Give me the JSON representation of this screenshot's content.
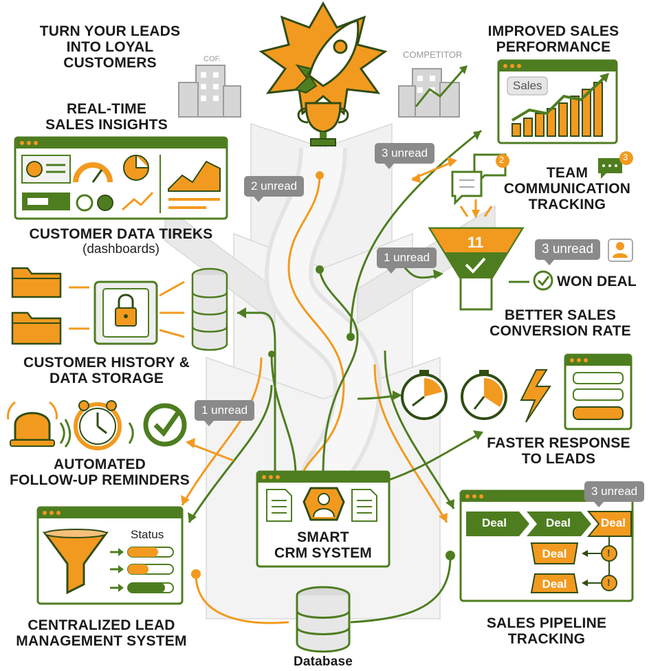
{
  "labels": {
    "turn_leads": "TURN YOUR LEADS\nINTO LOYAL\nCUSTOMERS",
    "improved_sales": "IMPROVED SALES\nPERFORMANCE",
    "realtime_insights": "REAL-TIME\nSALES INSIGHTS",
    "team_communication": "TEAM\nCOMMUNICATION\nTRACKING",
    "customer_data": "CUSTOMER DATA TIREKS",
    "customer_data_sub": "(dashboards)",
    "better_conversion": "BETTER SALES\nCONVERSION RATE",
    "won_deal": "WON DEAL",
    "customer_history": "CUSTOMER HISTORY &\nDATA STORAGE",
    "faster_response": "FASTER RESPONSE\nTO LEADS",
    "automated_followup": "AUTOMATED\nFOLLOW-UP REMINDERS",
    "smart_crm": "SMART\nCRM SYSTEM",
    "centralized_lead": "CENTRALIZED LEAD\nMANAGEMENT SYSTEM",
    "sales_pipeline": "SALES PIPELINE\nTRACKING",
    "database": "Database"
  },
  "badges": {
    "b3_top": "3 unread",
    "b2": "2 unread",
    "b1_mid": "1 unread",
    "b3_won": "3 unread",
    "b1_low": "1 unread",
    "b3_pipe": "3 unread"
  },
  "small": {
    "cor": "COF.",
    "competitor": "COMPETITOR",
    "sales_tag": "Sales",
    "status": "Status",
    "funnel_number": "11",
    "comm_count_a": "2",
    "comm_count_b": "3",
    "alert_a": "!",
    "alert_b": "!"
  },
  "pipeline": {
    "deal_1": "Deal",
    "deal_2": "Deal",
    "deal_3": "Deal",
    "deal_4": "Deal",
    "deal_5": "Deal"
  },
  "colors": {
    "green": "#4e7d20",
    "orange": "#f29a1f",
    "gray": "#8a8a8a",
    "light": "#ececec"
  },
  "icons": [
    "rocket-icon",
    "trophy-icon",
    "building-icon",
    "chart-icon",
    "chat-icon",
    "funnel-icon",
    "folder-icon",
    "safe-icon",
    "database-icon",
    "stopwatch-icon",
    "lightning-icon",
    "alarm-icon",
    "clock-icon",
    "checkmark-icon",
    "document-icon",
    "user-icon"
  ]
}
